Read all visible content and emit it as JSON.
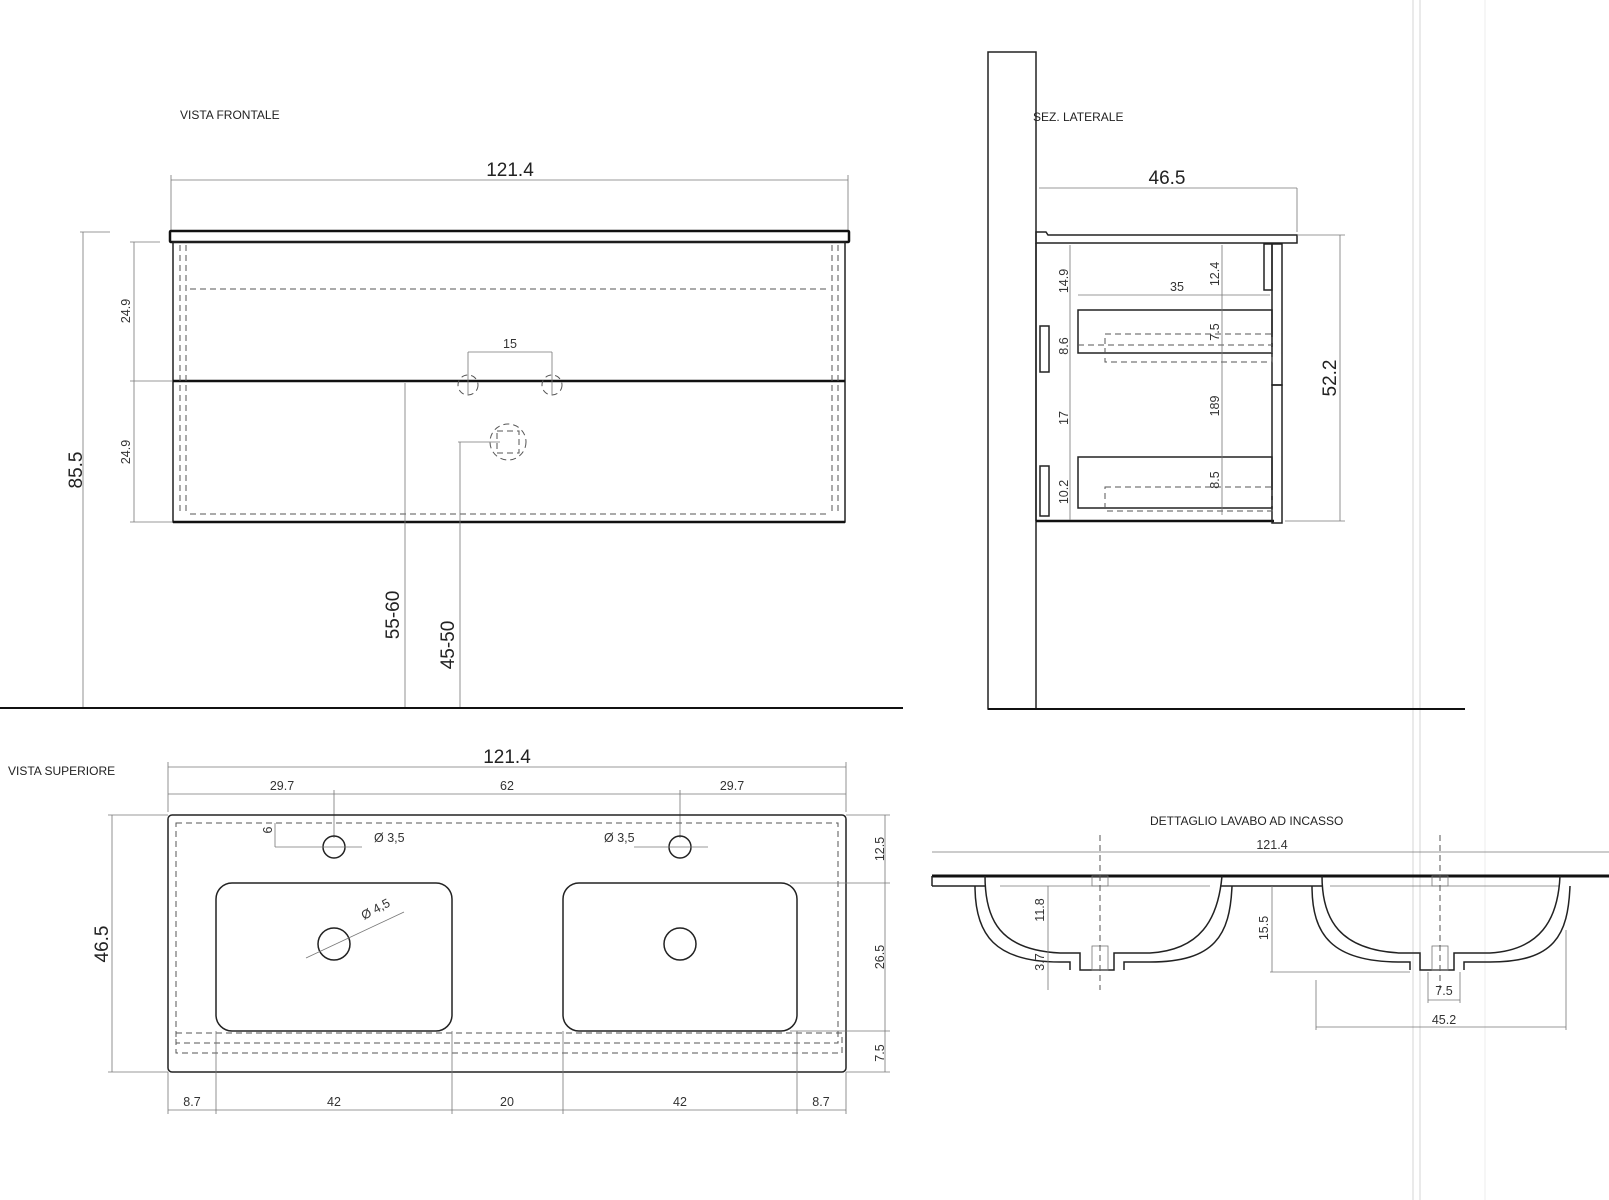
{
  "views": {
    "front": {
      "title": "VISTA FRONTALE",
      "width": "121.4",
      "height_total": "85.5",
      "drawer_top": "24.9",
      "drawer_bottom": "24.9",
      "tap_spacing": "15",
      "floor_to_cabinet": "55-60",
      "floor_to_drain": "45-50"
    },
    "side": {
      "title": "SEZ. LATERALE",
      "depth": "46.5",
      "height": "52.2",
      "d_14_9": "14.9",
      "d_35": "35",
      "d_12_4": "12.4",
      "d_7_5": "7.5",
      "d_8_6": "8.6",
      "d_17": "17",
      "d_189": "189",
      "d_8_5": "8.5",
      "d_10_2": "10.2"
    },
    "top": {
      "title": "VISTA SUPERIORE",
      "width": "121.4",
      "left_margin_tap": "29.7",
      "tap_distance": "62",
      "right_margin_tap": "29.7",
      "tap_offset": "6",
      "tap_hole_left": "Ø 3,5",
      "tap_hole_right": "Ø 3,5",
      "drain_hole": "Ø 4,5",
      "depth": "46.5",
      "d_12_5": "12.5",
      "d_26_5": "26.5",
      "d_7_5": "7.5",
      "bottom_dims": [
        "8.7",
        "42",
        "20",
        "42",
        "8.7"
      ]
    },
    "detail": {
      "title": "DETTAGLIO LAVABO AD INCASSO",
      "width": "121.4",
      "basin_depth": "11.8",
      "drain_height": "3.7",
      "total_depth": "15.5",
      "drain_width": "7.5",
      "basin_width": "45.2"
    }
  }
}
